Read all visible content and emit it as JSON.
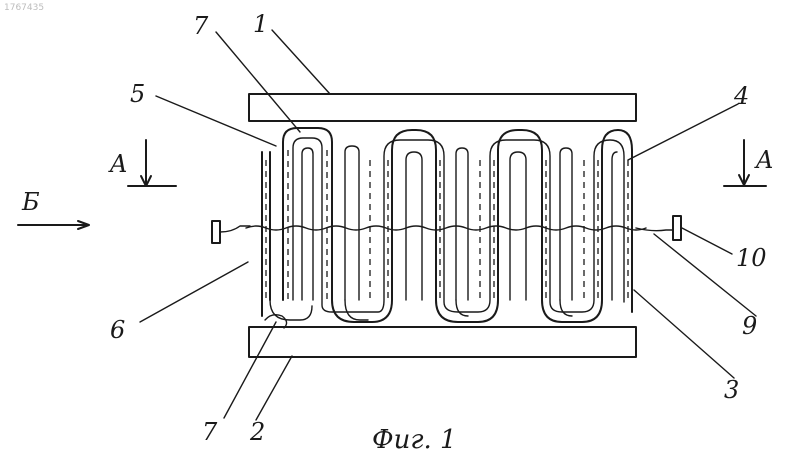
{
  "watermark": "1767435",
  "caption": "Фиг. 1",
  "section_marks": {
    "left": "A",
    "right": "A"
  },
  "view_marker": "Б",
  "callouts": {
    "top_plate": "1",
    "bottom_plate": "2",
    "outer_wall": "3",
    "right_channel": "4",
    "inner_tube": "5",
    "left_channel": "6",
    "fitting_top": "7",
    "fitting_bottom": "7",
    "connector": "9",
    "valve": "10"
  }
}
